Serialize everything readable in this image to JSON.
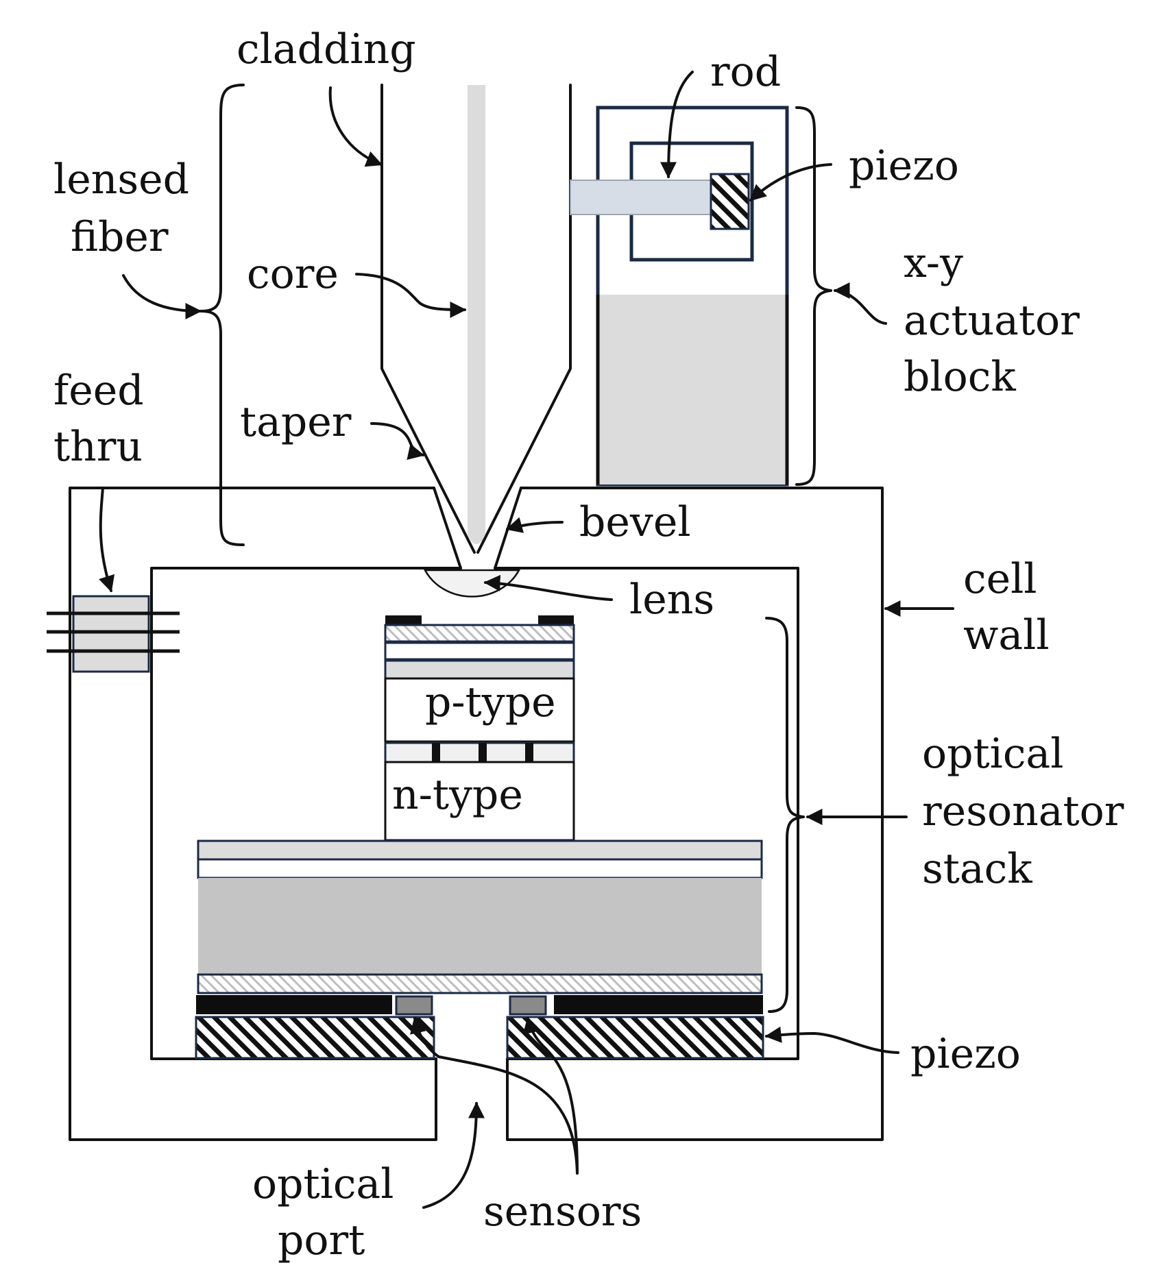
{
  "colors": {
    "line": "#111111",
    "edge_navy": "#1b2a44",
    "light_gray": "#dcdcdc",
    "mid_gray": "#c4c4c4",
    "dark_gray": "#8a8a8a",
    "rod_blue": "#d6dde6",
    "black_layer": "#0d0d0d"
  },
  "labels": {
    "cladding": "cladding",
    "rod": "rod",
    "piezo_top": "piezo",
    "lensed_fiber": [
      "lensed",
      "fiber"
    ],
    "core": "core",
    "xy_actuator_block": [
      "x-y",
      "actuator",
      "block"
    ],
    "feed_thru": [
      "feed",
      "thru"
    ],
    "taper": "taper",
    "bevel": "bevel",
    "lens": "lens",
    "cell_wall": [
      "cell",
      "wall"
    ],
    "p_type": "p-type",
    "n_type": "n-type",
    "optical_resonator_stack": [
      "optical",
      "resonator",
      "stack"
    ],
    "piezo_bottom": "piezo",
    "optical_port": [
      "optical",
      "port"
    ],
    "sensors": "sensors"
  }
}
